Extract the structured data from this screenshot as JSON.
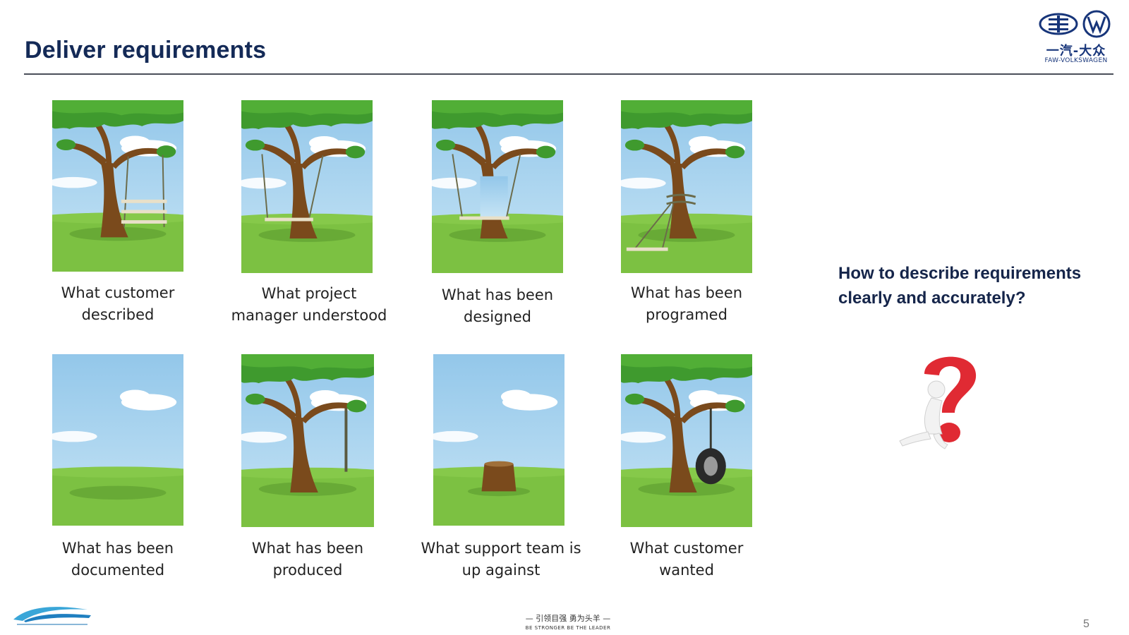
{
  "slide": {
    "title": "Deliver requirements",
    "page_number": "5"
  },
  "logo": {
    "text_cn": "一汽-大众",
    "text_en": "FAW-VOLKSWAGEN"
  },
  "cards": [
    {
      "line1": "What customer",
      "line2": "described",
      "scene": "tree-three-seat-swing"
    },
    {
      "line1": "What project",
      "line2": "manager understood",
      "scene": "tree-swing-on-trunk"
    },
    {
      "line1": "What has been",
      "line2": "designed",
      "scene": "tree-cut-trunk-swing"
    },
    {
      "line1": "What has been",
      "line2": "programed",
      "scene": "tree-seat-on-ground"
    },
    {
      "line1": "What has been",
      "line2": "documented",
      "scene": "empty-sky-grass"
    },
    {
      "line1": "What has been",
      "line2": "produced",
      "scene": "tree-single-rope"
    },
    {
      "line1": "What support team  is",
      "line2": "up against",
      "scene": "tree-stump"
    },
    {
      "line1": "What customer",
      "line2": "wanted",
      "scene": "tree-tire-swing"
    }
  ],
  "question": {
    "line1": "How to describe requirements",
    "line2": "clearly and accurately?"
  },
  "footer": {
    "slogan_cn": "— 引领目强  勇为头羊 —",
    "slogan_en": "BE STRONGER  BE THE LEADER"
  },
  "colors": {
    "title": "#142a57",
    "sky": "#a9d4ee",
    "grass": "#7cc142",
    "trunk": "#7a4a1c",
    "leaves": "#3f9a2e",
    "question_mark": "#e02a33"
  },
  "icons": [
    "faw-logo-icon",
    "vw-logo-icon",
    "question-mark-figure-icon",
    "footer-brand-logo-icon"
  ]
}
